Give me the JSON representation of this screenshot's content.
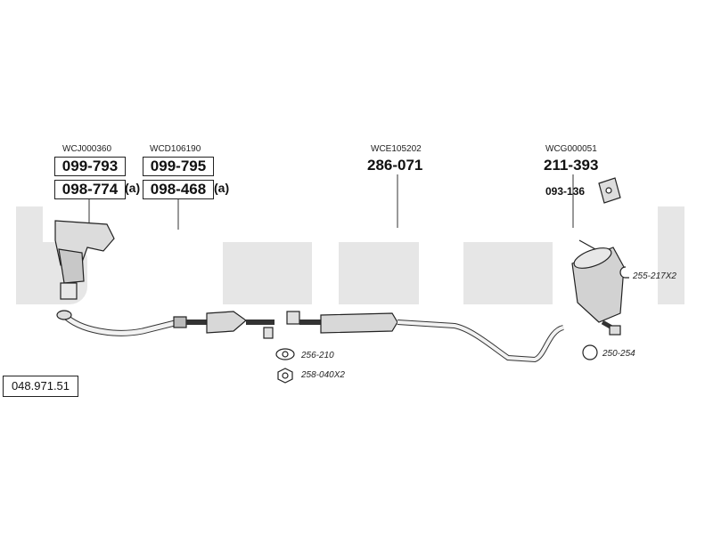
{
  "watermark": {
    "text": "bosal",
    "color": "#e6e6e6"
  },
  "diagram_ref": "048.971.51",
  "groups": [
    {
      "ref": "WCJ000360",
      "parts": [
        {
          "number": "099-793",
          "suffix": ""
        },
        {
          "number": "098-774",
          "suffix": "(a)"
        }
      ]
    },
    {
      "ref": "WCD106190",
      "parts": [
        {
          "number": "099-795",
          "suffix": ""
        },
        {
          "number": "098-468",
          "suffix": "(a)"
        }
      ]
    },
    {
      "ref": "WCE105202",
      "parts": [
        {
          "number": "286-071"
        }
      ]
    },
    {
      "ref": "WCG000051",
      "parts": [
        {
          "number": "211-393"
        }
      ]
    }
  ],
  "mount_part": "093-136",
  "hardware": [
    {
      "icon": "gasket-icon",
      "number": "256-210"
    },
    {
      "icon": "nut-icon",
      "number": "258-040X2"
    },
    {
      "icon": "hanger-clip-icon",
      "number": "255-217X2"
    },
    {
      "icon": "clamp-ring-icon",
      "number": "250-254"
    }
  ]
}
